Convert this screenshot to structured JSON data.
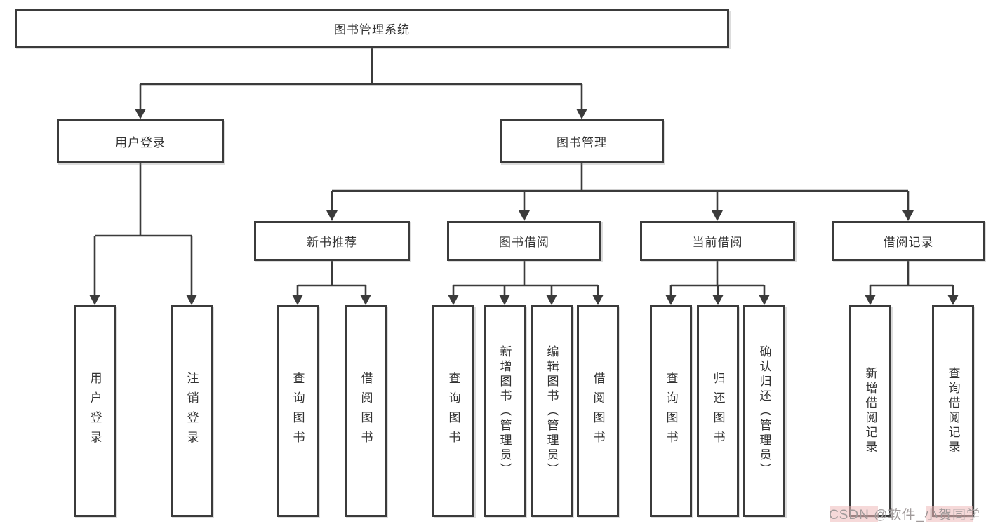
{
  "diagram": {
    "root": {
      "label": "图书管理系统"
    },
    "level2": [
      {
        "label": "用户登录",
        "children": [
          {
            "label": "用户登录"
          },
          {
            "label": "注销登录"
          }
        ]
      },
      {
        "label": "图书管理",
        "children": [
          {
            "label": "新书推荐",
            "children": [
              {
                "label": "查询图书"
              },
              {
                "label": "借阅图书"
              }
            ]
          },
          {
            "label": "图书借阅",
            "children": [
              {
                "label": "查询图书"
              },
              {
                "label": "新增图书（管理员）"
              },
              {
                "label": "编辑图书（管理员）"
              },
              {
                "label": "借阅图书"
              }
            ]
          },
          {
            "label": "当前借阅",
            "children": [
              {
                "label": "查询图书"
              },
              {
                "label": "归还图书"
              },
              {
                "label": "确认归还（管理员）"
              }
            ]
          },
          {
            "label": "借阅记录",
            "children": [
              {
                "label": "新增借阅记录"
              },
              {
                "label": "查询借阅记录"
              }
            ]
          }
        ]
      }
    ]
  },
  "watermark": {
    "text": "CSDN @软件_小贺同学"
  },
  "colors": {
    "line": "#3b3b3b",
    "text": "#333333",
    "background": "#ffffff",
    "watermark_text": "#a09a9a",
    "watermark_highlight": "#efb9b9"
  }
}
